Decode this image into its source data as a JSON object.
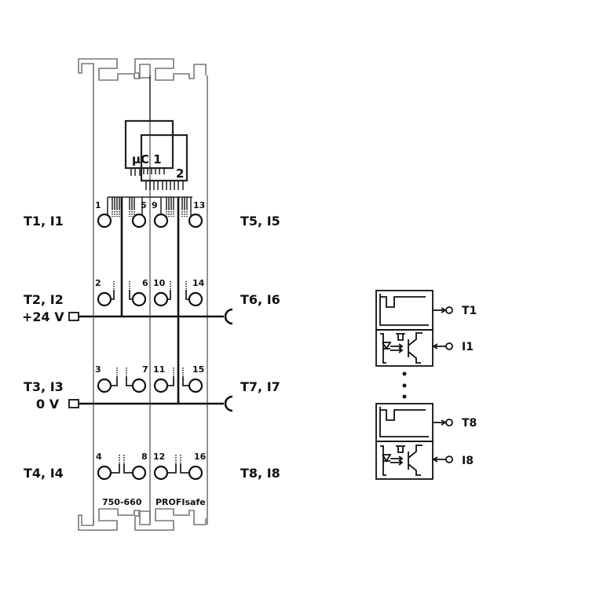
{
  "module": {
    "part_number": "750-660",
    "name": "PROFIsafe",
    "chip1": "µC 1",
    "chip2": "2"
  },
  "left_labels": [
    "T1, I1",
    "T2, I2",
    "+24 V",
    "T3, I3",
    "0 V",
    "T4, I4"
  ],
  "right_labels": [
    "T5, I5",
    "T6, I6",
    "T7, I7",
    "T8, I8"
  ],
  "terminals": {
    "row1": [
      "1",
      "5",
      "9",
      "13"
    ],
    "row2": [
      "2",
      "6",
      "10",
      "14"
    ],
    "row3": [
      "3",
      "7",
      "11",
      "15"
    ],
    "row4": [
      "4",
      "8",
      "12",
      "16"
    ]
  },
  "schematic": {
    "t_first": "T1",
    "i_first": "I1",
    "t_last": "T8",
    "i_last": "I8"
  }
}
